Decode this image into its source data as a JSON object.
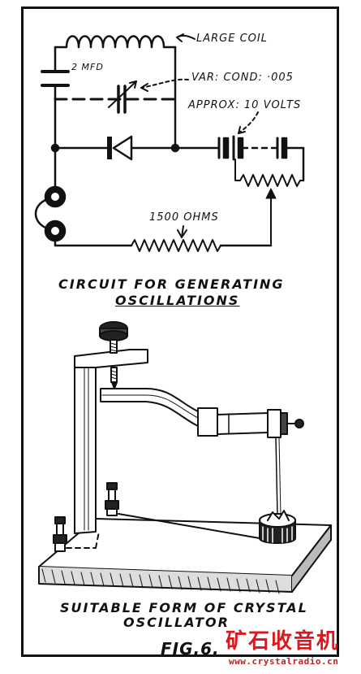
{
  "circuit": {
    "labels": {
      "large_coil": "LARGE COIL",
      "mfd": "2 MFD",
      "var_cond": "VAR: COND: ·005",
      "approx_volts": "APPROX: 10 VOLTS",
      "ohms": "1500 OHMS"
    },
    "caption_line1": "CIRCUIT FOR GENERATING",
    "caption_line2": "OSCILLATIONS"
  },
  "oscillator": {
    "caption_line1": "SUITABLE FORM OF CRYSTAL",
    "caption_line2": "OSCILLATOR"
  },
  "figure_label": "FIG.6.",
  "watermark": {
    "chinese": "矿石收音机",
    "url": "www.crystalradio.cn",
    "color": "#d9191f"
  }
}
